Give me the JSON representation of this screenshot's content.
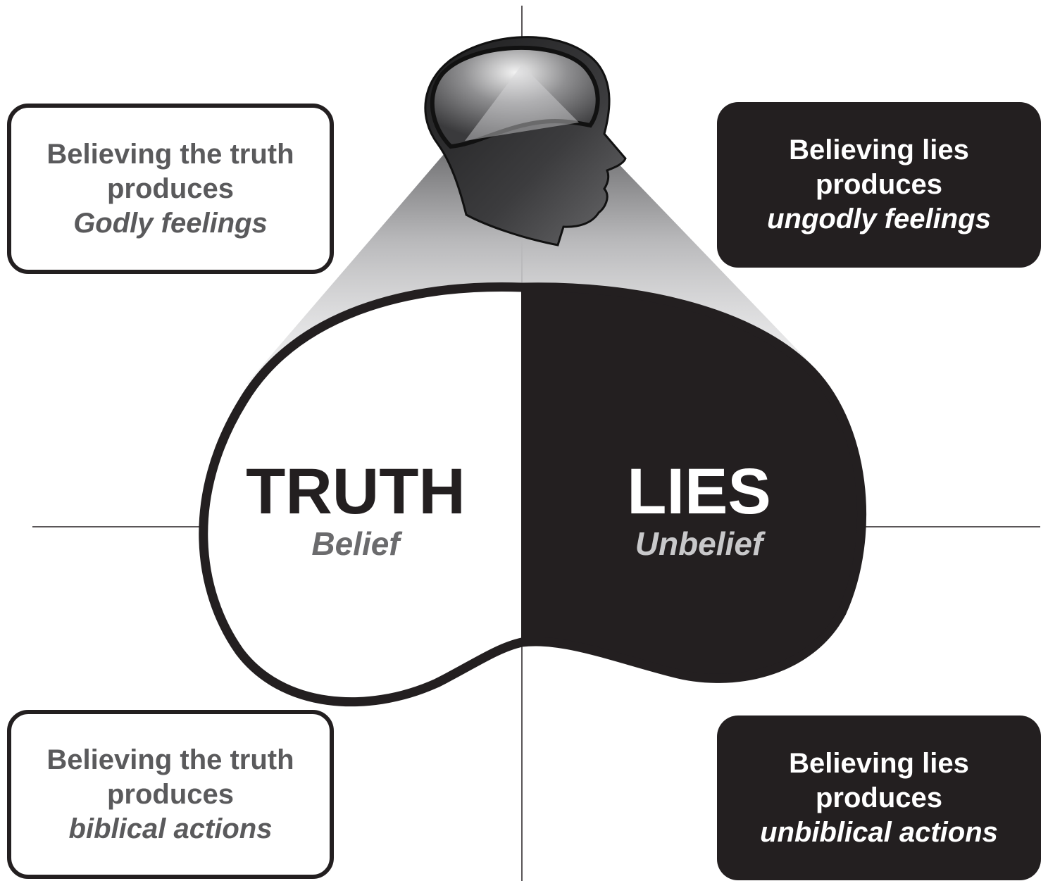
{
  "center": {
    "truth": {
      "title": "TRUTH",
      "subtitle": "Belief"
    },
    "lies": {
      "title": "LIES",
      "subtitle": "Unbelief"
    }
  },
  "boxes": {
    "top_left": {
      "line1": "Believing the truth",
      "line2": "produces",
      "line3": "Godly feelings"
    },
    "top_right": {
      "line1": "Believing lies",
      "line2": "produces",
      "line3": "ungodly feelings"
    },
    "bottom_left": {
      "line1": "Believing the truth",
      "line2": "produces",
      "line3": "biblical actions"
    },
    "bottom_right": {
      "line1": "Believing lies",
      "line2": "produces",
      "line3": "unbiblical actions"
    }
  },
  "colors": {
    "dark": "#231f20",
    "light": "#ffffff",
    "gray_text": "#5a5a5c",
    "light_gray_text": "#c8c8ca"
  },
  "icons": {
    "head": "human-head-silhouette-icon"
  }
}
